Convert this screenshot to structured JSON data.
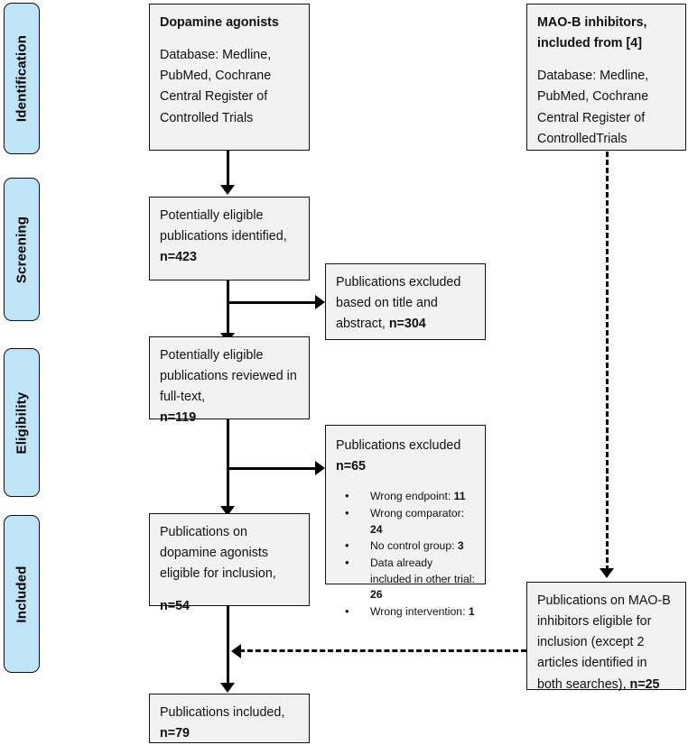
{
  "diagram": {
    "title": "PRISMA study selection flow diagram",
    "accent_color": "#bfe4f8",
    "box_fill": "#f2f2f2",
    "line_color": "#000000"
  },
  "stages": [
    {
      "label": "Identification"
    },
    {
      "label": "Screening"
    },
    {
      "label": "Eligibility"
    },
    {
      "label": "Included"
    }
  ],
  "boxes": {
    "dopamine_source": {
      "title": "Dopamine agonists",
      "body": "Database: Medline, PubMed, Cochrane Central Register of Controlled Trials"
    },
    "maob_source": {
      "title": "MAO-B inhibitors, included from [4]",
      "body": "Database: Medline, PubMed, Cochrane Central Register of ControlledTrials"
    },
    "identified": {
      "text": "Potentially eligible publications identified, ",
      "count": "n=423"
    },
    "excluded_title_abstract": {
      "text": "Publications excluded based on title and abstract, ",
      "count": "n=304"
    },
    "full_text": {
      "text": "Potentially eligible publications reviewed in full-text,",
      "count": "n=119"
    },
    "excluded_full_text": {
      "text": "Publications excluded",
      "count": "n=65",
      "reasons": [
        {
          "label": "Wrong endpoint: ",
          "value": "11"
        },
        {
          "label": "Wrong comparator: ",
          "value": "24"
        },
        {
          "label": "No control group: ",
          "value": "3"
        },
        {
          "label": "Data already included in other trial: ",
          "value": "26"
        },
        {
          "label": "Wrong intervention: ",
          "value": "1"
        }
      ]
    },
    "dopamine_eligible": {
      "text": "Publications on dopamine agonists eligible for inclusion,",
      "count": "n=54"
    },
    "maob_eligible": {
      "text": "Publications on MAO-B inhibitors eligible for inclusion (except 2 articles identified in both searches), ",
      "count": "n=25"
    },
    "included_final": {
      "text": "Publications included, ",
      "count": "n=79"
    }
  }
}
